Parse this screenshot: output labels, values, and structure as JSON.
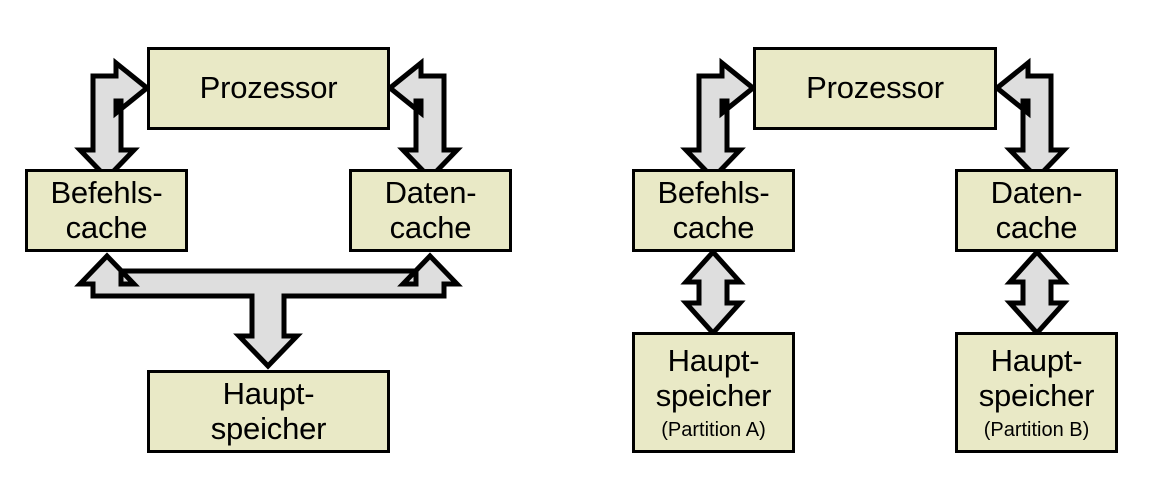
{
  "diagram": {
    "title_text": "",
    "colors": {
      "box_fill": "#e9e9c6",
      "box_stroke": "#000000",
      "arrow_fill": "#dedede",
      "arrow_stroke": "#000000",
      "background": "#ffffff"
    },
    "left": {
      "processor": {
        "line1": "Prozessor"
      },
      "instruction_cache": {
        "line1": "Befehls-",
        "line2": "cache"
      },
      "data_cache": {
        "line1": "Daten-",
        "line2": "cache"
      },
      "main_memory": {
        "line1": "Haupt-",
        "line2": "speicher",
        "sub": ""
      }
    },
    "right": {
      "processor": {
        "line1": "Prozessor"
      },
      "instruction_cache": {
        "line1": "Befehls-",
        "line2": "cache"
      },
      "data_cache": {
        "line1": "Daten-",
        "line2": "cache"
      },
      "main_memory_a": {
        "line1": "Haupt-",
        "line2": "speicher",
        "sub": "(Partition A)"
      },
      "main_memory_b": {
        "line1": "Haupt-",
        "line2": "speicher",
        "sub": "(Partition B)"
      }
    },
    "connectors": [
      {
        "name": "left-processor-to-instruction-cache",
        "kind": "bent-double-arrow"
      },
      {
        "name": "left-processor-to-data-cache",
        "kind": "bent-double-arrow"
      },
      {
        "name": "left-caches-to-main-memory",
        "kind": "tee-triple-arrow"
      },
      {
        "name": "right-processor-to-instruction-cache",
        "kind": "bent-double-arrow"
      },
      {
        "name": "right-processor-to-data-cache",
        "kind": "bent-double-arrow"
      },
      {
        "name": "right-instruction-cache-to-memory-a",
        "kind": "vertical-double-arrow"
      },
      {
        "name": "right-data-cache-to-memory-b",
        "kind": "vertical-double-arrow"
      }
    ]
  }
}
